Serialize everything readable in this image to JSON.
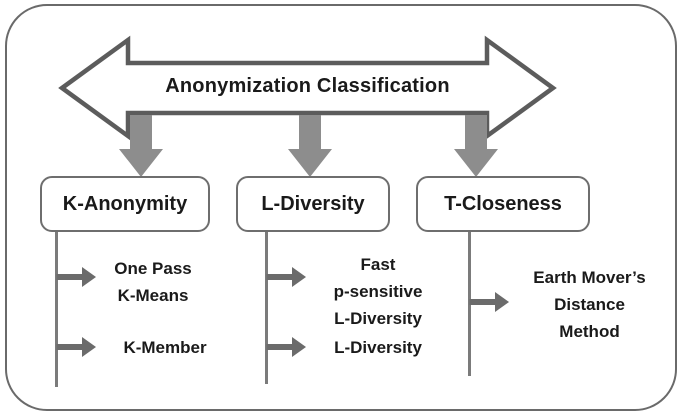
{
  "diagram": {
    "title": "Anonymization Classification"
  },
  "categories": [
    {
      "label": "K-Anonymity",
      "methods": [
        {
          "text": "One Pass\nK-Means"
        },
        {
          "text": "K-Member"
        }
      ]
    },
    {
      "label": "L-Diversity",
      "methods": [
        {
          "text": "Fast\np-sensitive\nL-Diversity"
        },
        {
          "text": "L-Diversity"
        }
      ]
    },
    {
      "label": "T-Closeness",
      "methods": [
        {
          "text": "Earth Mover’s\nDistance\nMethod"
        }
      ]
    }
  ],
  "colors": {
    "frame-border": "#6a6a6a",
    "arrow-outline": "#5c5c5c",
    "down-arrow-fill": "#8d8d8d",
    "connector-gray": "#7b7b7b",
    "branch-gray": "#6b6b6b",
    "box-border": "#6e6e6e",
    "text-dark": "#1a1a1a"
  }
}
